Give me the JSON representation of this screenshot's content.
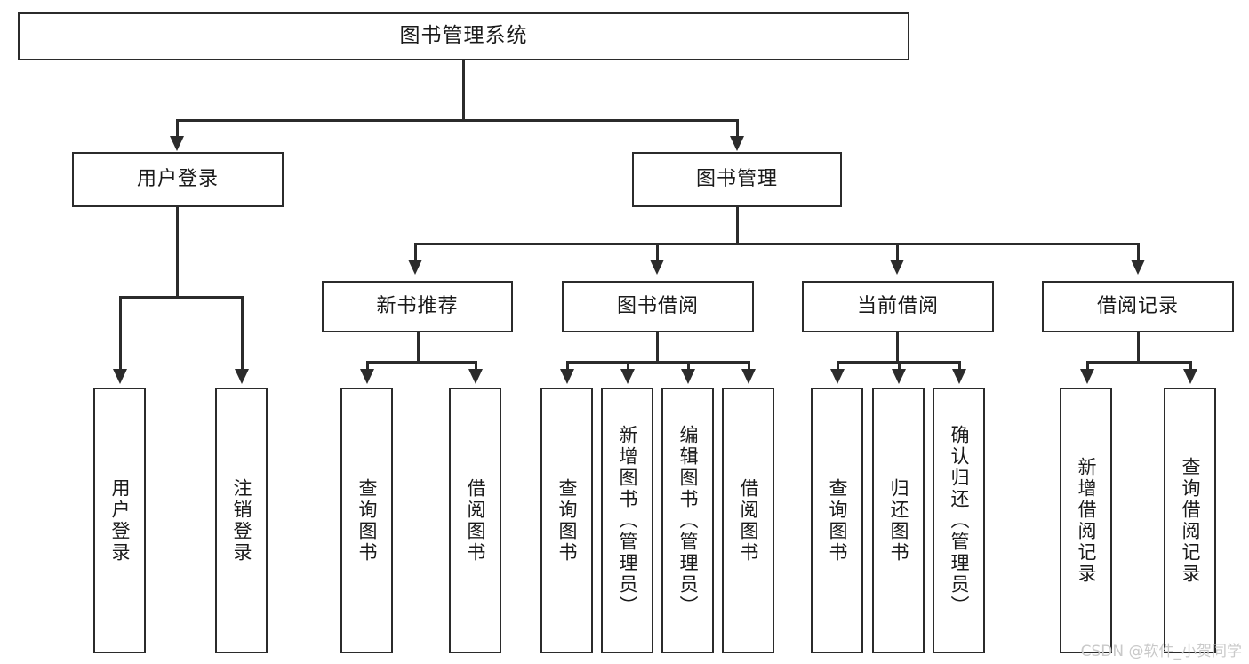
{
  "diagram": {
    "title": "图书管理系统",
    "type": "hierarchy-tree",
    "watermark": "CSDN @软件_小贺同学",
    "colors": {
      "box_border": "#2b2b2b",
      "box_fill": "#ffffff",
      "connector": "#2b2b2b",
      "text": "#1a1a1a",
      "watermark": "#c9c9c9",
      "background": "#ffffff"
    },
    "root": {
      "label": "图书管理系统"
    },
    "level2": [
      {
        "label": "用户登录"
      },
      {
        "label": "图书管理"
      }
    ],
    "level3": [
      {
        "label": "新书推荐"
      },
      {
        "label": "图书借阅"
      },
      {
        "label": "当前借阅"
      },
      {
        "label": "借阅记录"
      }
    ],
    "leaves": {
      "user_login": [
        {
          "label": "用户登录"
        },
        {
          "label": "注销登录"
        }
      ],
      "new_book_recommend": [
        {
          "label": "查询图书"
        },
        {
          "label": "借阅图书"
        }
      ],
      "book_borrow": [
        {
          "label": "查询图书"
        },
        {
          "label": "新增图书（管理员）"
        },
        {
          "label": "编辑图书（管理员）"
        },
        {
          "label": "借阅图书"
        }
      ],
      "current_borrow": [
        {
          "label": "查询图书"
        },
        {
          "label": "归还图书"
        },
        {
          "label": "确认归还（管理员）"
        }
      ],
      "borrow_record": [
        {
          "label": "新增借阅记录"
        },
        {
          "label": "查询借阅记录"
        }
      ]
    }
  }
}
